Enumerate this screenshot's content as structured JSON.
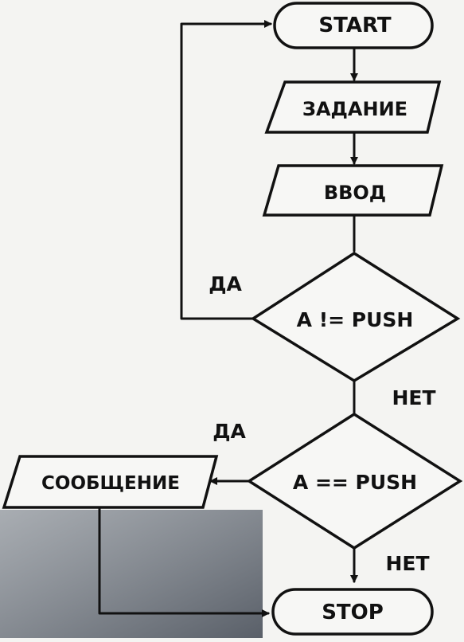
{
  "flowchart": {
    "start": "START",
    "task": "ЗАДАНИЕ",
    "input": "ВВОД",
    "decision1": "A != PUSH",
    "decision1_yes": "ДА",
    "decision1_no": "НЕТ",
    "decision2": "A == PUSH",
    "decision2_yes": "ДА",
    "decision2_no": "НЕТ",
    "message": "СООБЩЕНИЕ",
    "stop": "STOP"
  },
  "colors": {
    "background": "#f4f4f2",
    "ink": "#111111",
    "corner_shadow": "#5a6470"
  }
}
